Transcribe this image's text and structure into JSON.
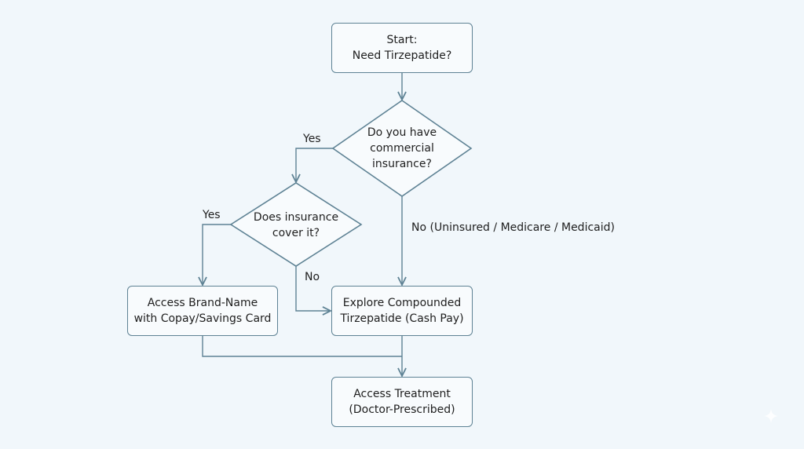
{
  "nodes": {
    "start": {
      "line1": "Start:",
      "line2": "Need Tirzepatide?"
    },
    "insurance_question": {
      "line1": "Do you have",
      "line2": "commercial",
      "line3": "insurance?"
    },
    "coverage_question": {
      "line1": "Does insurance",
      "line2": "cover it?"
    },
    "brand_name": {
      "line1": "Access Brand-Name",
      "line2": "with Copay/Savings Card"
    },
    "compounded": {
      "line1": "Explore Compounded",
      "line2": "Tirzepatide (Cash Pay)"
    },
    "treatment": {
      "line1": "Access Treatment",
      "line2": "(Doctor-Prescribed)"
    }
  },
  "edge_labels": {
    "insurance_yes": "Yes",
    "insurance_no": "No (Uninsured / Medicare / Medicaid)",
    "coverage_yes": "Yes",
    "coverage_no": "No"
  },
  "colors": {
    "background": "#f1f7fb",
    "line": "#5e8294",
    "node_fill": "#f8fbfd",
    "text": "#1e1e1e"
  }
}
